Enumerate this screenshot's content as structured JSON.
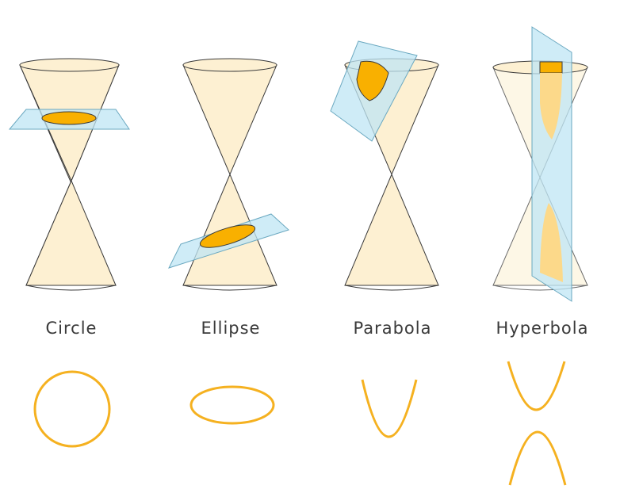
{
  "colors": {
    "section_fill": "#f9b000",
    "section_fill_light": "#fcd98a",
    "curve_stroke": "#f5b120",
    "plane_fill": "#bfe6f4",
    "cone_fill": "#fdf0d2"
  },
  "panels": [
    {
      "id": "circle",
      "label": "Circle"
    },
    {
      "id": "ellipse",
      "label": "Ellipse"
    },
    {
      "id": "parabola",
      "label": "Parabola"
    },
    {
      "id": "hyperbola",
      "label": "Hyperbola"
    }
  ]
}
